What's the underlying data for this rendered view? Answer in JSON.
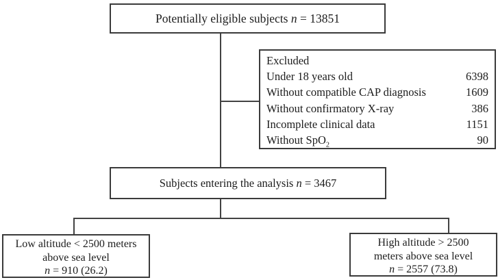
{
  "figure": {
    "kind": "subject-eligibility-flowchart",
    "background_color": "#ffffff",
    "line_color": "#424242",
    "border_color": "#3a3a3a"
  },
  "top_box": {
    "prefix": "Potentially eligible subjects ",
    "n_symbol": "n",
    "suffix": " = 13851"
  },
  "excluded_box": {
    "title": "Excluded",
    "rows": [
      {
        "label": "Under 18 years old",
        "value": "6398"
      },
      {
        "label": "Without compatible CAP diagnosis",
        "value": "1609"
      },
      {
        "label": "Without confirmatory X-ray",
        "value": "386"
      },
      {
        "label": "Incomplete clinical data",
        "value": "1151"
      },
      {
        "label": "Without SpO",
        "label_sub": "2",
        "value": "90"
      }
    ]
  },
  "analysis_box": {
    "prefix": "Subjects entering the analysis ",
    "n_symbol": "n",
    "suffix": " = 3467"
  },
  "low_altitude_box": {
    "line1": "Low altitude < 2500 meters",
    "line2": "above sea level",
    "n_symbol": "n",
    "stat": " = 910 (26.2)"
  },
  "high_altitude_box": {
    "line1": "High altitude > 2500",
    "line2": "meters above sea level",
    "n_symbol": "n",
    "stat": " = 2557 (73.8)"
  }
}
